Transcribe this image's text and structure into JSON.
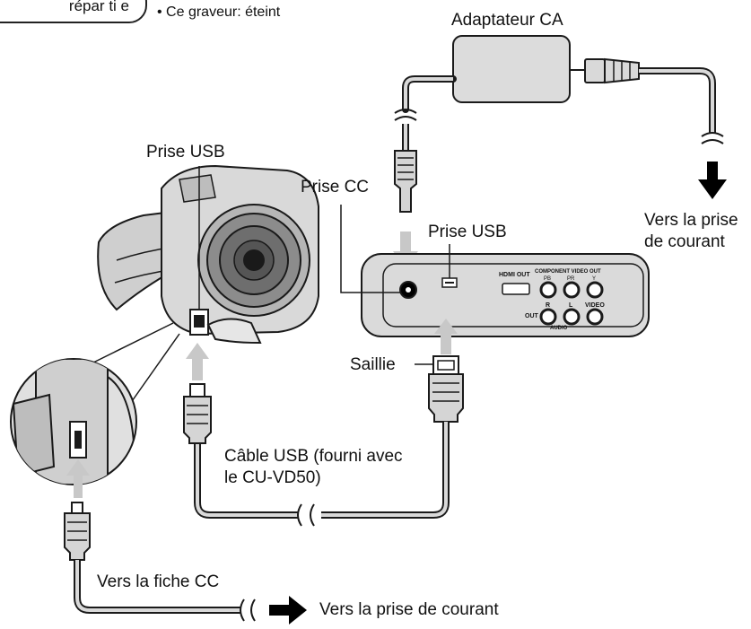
{
  "header": {
    "tag_label": "répar ti e",
    "note": "• Ce graveur: éteint"
  },
  "labels": {
    "ac_adapter": "Adaptateur CA",
    "camera_usb_port": "Prise USB",
    "dc_jack": "Prise CC",
    "burner_usb_port": "Prise USB",
    "to_outlet_top_line1": "Vers la prise",
    "to_outlet_top_line2": "de courant",
    "protrusion": "Saillie",
    "usb_cable_line1": "Câble USB (fourni avec",
    "usb_cable_line2": "le CU-VD50)",
    "to_dc_plug": "Vers la fiche CC",
    "to_outlet_bottom": "Vers la prise de courant"
  },
  "panel": {
    "hdmi_label": "HDMI OUT",
    "component_label": "COMPONENT VIDEO OUT",
    "pb": "PB",
    "pr": "PR",
    "y": "Y",
    "r": "R",
    "l": "L",
    "video": "VIDEO",
    "out": "OUT",
    "audio": "AUDIO"
  },
  "colors": {
    "line": "#1a1a1a",
    "body_gray": "#d9d9d9",
    "dark_gray": "#8c8c8c",
    "arrow_gray": "#c8c8c8",
    "black": "#000000"
  }
}
